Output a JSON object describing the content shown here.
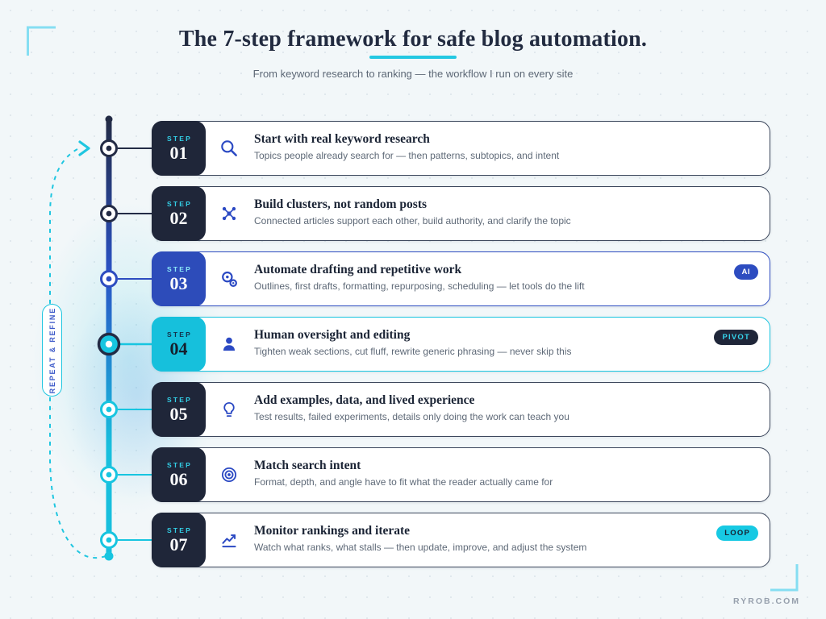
{
  "page": {
    "title": "The 7-step framework for safe blog automation.",
    "subtitle": "From keyword research to ranking — the workflow I run on every site",
    "loop_label": "REPEAT & REFINE",
    "footer": "RYROB.COM"
  },
  "colors": {
    "background": "#f2f7f9",
    "dark_navy": "#1f2639",
    "accent_blue": "#2d4cc0",
    "accent_cyan": "#17c5e0",
    "bracket_cyan": "#85def2",
    "text_gray": "#5e6977",
    "icon_blue": "#2b49c3"
  },
  "steps": [
    {
      "step_label": "STEP",
      "number": "01",
      "title": "Start with real keyword research",
      "description": "Topics people already search for — then patterns, subtopics, and intent",
      "icon": "search-icon",
      "card_theme": "dark",
      "node_theme": "dark",
      "tag": null
    },
    {
      "step_label": "STEP",
      "number": "02",
      "title": "Build clusters, not random posts",
      "description": "Connected articles support each other, build authority, and clarify the topic",
      "icon": "cluster-icon",
      "card_theme": "dark",
      "node_theme": "dark",
      "tag": null
    },
    {
      "step_label": "STEP",
      "number": "03",
      "title": "Automate drafting and repetitive work",
      "description": "Outlines, first drafts, formatting, repurposing, scheduling — let tools do the lift",
      "icon": "gears-icon",
      "card_theme": "blue",
      "node_theme": "blue",
      "tag": {
        "label": "AI",
        "theme": "blue"
      }
    },
    {
      "step_label": "STEP",
      "number": "04",
      "title": "Human oversight and editing",
      "description": "Tighten weak sections, cut fluff, rewrite generic phrasing — never skip this",
      "icon": "person-icon",
      "card_theme": "cyan",
      "node_theme": "cyan-big",
      "tag": {
        "label": "PIVOT",
        "theme": "dark"
      }
    },
    {
      "step_label": "STEP",
      "number": "05",
      "title": "Add examples, data, and lived experience",
      "description": "Test results, failed experiments, details only doing the work can teach you",
      "icon": "lightbulb-icon",
      "card_theme": "dark",
      "node_theme": "cyan",
      "tag": null
    },
    {
      "step_label": "STEP",
      "number": "06",
      "title": "Match search intent",
      "description": "Format, depth, and angle have to fit what the reader actually came for",
      "icon": "target-icon",
      "card_theme": "dark",
      "node_theme": "cyan",
      "tag": null
    },
    {
      "step_label": "STEP",
      "number": "07",
      "title": "Monitor rankings and iterate",
      "description": "Watch what ranks, what stalls — then update, improve, and adjust the system",
      "icon": "trend-chart-icon",
      "card_theme": "dark",
      "node_theme": "cyan",
      "tag": {
        "label": "LOOP",
        "theme": "cyan"
      }
    }
  ]
}
